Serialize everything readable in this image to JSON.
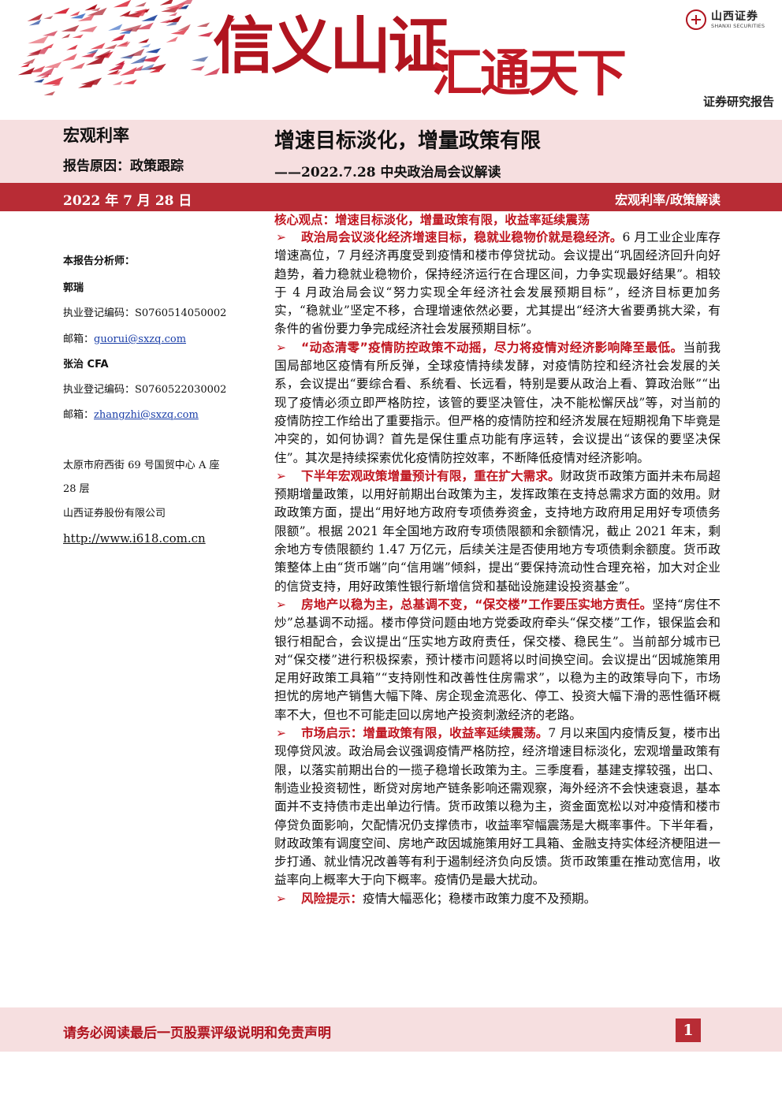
{
  "header": {
    "slogan_part1": "信义山证",
    "slogan_part2": "汇通天下",
    "logo_cn": "山西证券",
    "logo_en": "SHANXI SECURITIES",
    "report_type": "证券研究报告"
  },
  "title": {
    "category": "宏观利率",
    "reason": "报告原因：政策跟踪",
    "main": "增速目标淡化，增量政策有限",
    "sub": "——2022.7.28 中央政治局会议解读",
    "date": "2022 年 7 月 28 日",
    "tag": "宏观利率/政策解读"
  },
  "analysts": {
    "heading": "本报告分析师：",
    "a1_name": "郭瑞",
    "a1_reg": "执业登记编码：S0760514050002",
    "a1_email_label": "邮箱：",
    "a1_email": "guorui@sxzq.com",
    "a2_name": "张治 CFA",
    "a2_reg": "执业登记编码：S0760522030002",
    "a2_email_label": "邮箱：",
    "a2_email": "zhangzhi@sxzq.com",
    "address_1": "太原市府西街 69 号国贸中心 A 座",
    "address_2": "28 层",
    "company": "山西证券股份有限公司",
    "website": "http://www.i618.com.cn"
  },
  "body": {
    "core": "核心观点：增速目标淡化，增量政策有限，收益率延续震荡",
    "bullet": "➢",
    "p1_lead": "政治局会议淡化经济增速目标，稳就业稳物价就是稳经济。",
    "p1_text": "6 月工业企业库存增速高位，7 月经济再度受到疫情和楼市停贷扰动。会议提出“巩固经济回升向好趋势，着力稳就业稳物价，保持经济运行在合理区间，力争实现最好结果”。相较于 4 月政治局会议“努力实现全年经济社会发展预期目标”，经济目标更加务实，“稳就业”坚定不移，合理增速依然必要，尤其提出“经济大省要勇挑大梁，有条件的省份要力争完成经济社会发展预期目标”。",
    "p2_lead": "“动态清零”疫情防控政策不动摇，尽力将疫情对经济影响降至最低。",
    "p2_text": "当前我国局部地区疫情有所反弹，全球疫情持续发酵，对疫情防控和经济社会发展的关系，会议提出“要综合看、系统看、长远看，特别是要从政治上看、算政治账”“出现了疫情必须立即严格防控，该管的要坚决管住，决不能松懈厌战”等，对当前的疫情防控工作给出了重要指示。但严格的疫情防控和经济发展在短期视角下毕竟是冲突的，如何协调？首先是保住重点功能有序运转，会议提出“该保的要坚决保住”。其次是持续探索优化疫情防控效率，不断降低疫情对经济影响。",
    "p3_lead": "下半年宏观政策增量预计有限，重在扩大需求。",
    "p3_text": "财政货币政策方面并未布局超预期增量政策，以用好前期出台政策为主，发挥政策在支持总需求方面的效用。财政政策方面，提出“用好地方政府专项债券资金，支持地方政府用足用好专项债务限额”。根据 2021 年全国地方政府专项债限额和余额情况，截止 2021 年末，剩余地方专债限额约 1.47 万亿元，后续关注是否使用地方专项债剩余额度。货币政策整体上由“货币端”向“信用端”倾斜，提出“要保持流动性合理充裕，加大对企业的信贷支持，用好政策性银行新增信贷和基础设施建设投资基金”。",
    "p4_lead": "房地产以稳为主，总基调不变，“保交楼”工作要压实地方责任。",
    "p4_text": "坚持“房住不炒”总基调不动摇。楼市停贷问题由地方党委政府牵头“保交楼”工作，银保监会和银行相配合，会议提出“压实地方政府责任，保交楼、稳民生”。当前部分城市已对“保交楼”进行积极探索，预计楼市问题将以时间换空间。会议提出“因城施策用足用好政策工具箱”“支持刚性和改善性住房需求”，以稳为主的政策导向下，市场担忧的房地产销售大幅下降、房企现金流恶化、停工、投资大幅下滑的恶性循环概率不大，但也不可能走回以房地产投资刺激经济的老路。",
    "p5_lead": "市场启示：增量政策有限，收益率延续震荡。",
    "p5_text": "7 月以来国内疫情反复，楼市出现停贷风波。政治局会议强调疫情严格防控，经济增速目标淡化，宏观增量政策有限，以落实前期出台的一揽子稳增长政策为主。三季度看，基建支撑较强，出口、制造业投资韧性，断贷对房地产链条影响还需观察，海外经济不会快速衰退，基本面并不支持债市走出单边行情。货币政策以稳为主，资金面宽松以对冲疫情和楼市停贷负面影响，欠配情况仍支撑债市，收益率窄幅震荡是大概率事件。下半年看，财政政策有调度空间、房地产政因城施策用好工具箱、金融支持实体经济梗阻进一步打通、就业情况改善等有利于遏制经济负向反馈。货币政策重在推动宽信用，收益率向上概率大于向下概率。疫情仍是最大扰动。",
    "p6_lead": "风险提示：",
    "p6_text": "疫情大幅恶化；稳楼市政策力度不及预期。"
  },
  "footer": {
    "notice": "请务必阅读最后一页股票评级说明和免责声明",
    "page": "1"
  },
  "colors": {
    "brand_red": "#b0141f",
    "band_red": "#b82c35",
    "band_pink": "#f6dfe0"
  }
}
